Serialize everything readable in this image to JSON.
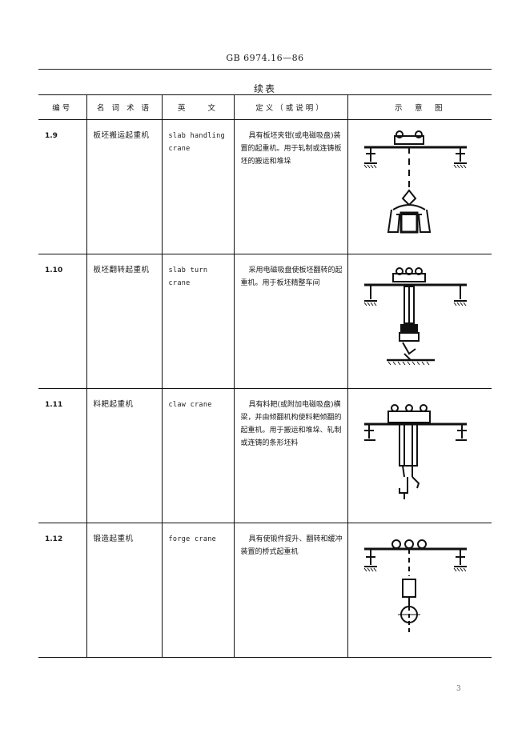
{
  "header": {
    "standard_code": "GB 6974.16—86"
  },
  "table": {
    "caption": "续表",
    "columns": [
      "编号",
      "名 词 术 语",
      "英　　文",
      "定义（或说明）",
      "示　意　图"
    ],
    "rows": [
      {
        "number": "1.9",
        "term": "板坯搬运起重机",
        "english": "slab handling crane",
        "definition": "具有板坯夹钳(或电磁吸盘)装置的起重机。用于轧制或连铸板坯的搬运和堆垛"
      },
      {
        "number": "1.10",
        "term": "板坯翻转起重机",
        "english": "slab turn crane",
        "definition": "采用电磁吸盘使板坯翻转的起重机。用于板坯精整车间"
      },
      {
        "number": "1.11",
        "term": "料耙起重机",
        "english": "claw crane",
        "definition": "具有料耙(或附加电磁吸盘)横梁，并由倾翻机构使料耙倾翻的起重机。用于搬运和堆垛、轧制或连铸的条形坯料"
      },
      {
        "number": "1.12",
        "term": "锻造起重机",
        "english": "forge crane",
        "definition": "具有使锻件提升、翻转和缓冲装置的桥式起重机"
      }
    ]
  },
  "footer": {
    "page_number": "3"
  }
}
